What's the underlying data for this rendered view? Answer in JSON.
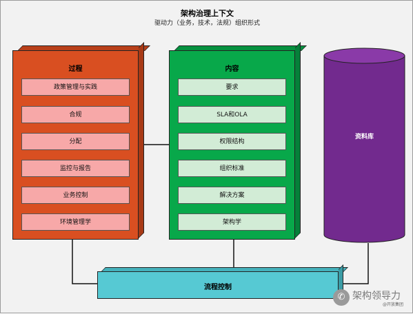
{
  "title": "架构治理上下文",
  "subtitle": "驱动力（业务，技术，法规）组织形式",
  "process": {
    "header": "过程",
    "items": [
      "政策管理与实践",
      "合规",
      "分配",
      "监控与报告",
      "业务控制",
      "环境管理学"
    ]
  },
  "content": {
    "header": "内容",
    "items": [
      "要求",
      "SLA和OLA",
      "权限结构",
      "组织标准",
      "解决方案",
      "架构学"
    ]
  },
  "repository": {
    "label": "资料库",
    "color": "#722a8e"
  },
  "flow_control": {
    "label": "流程控制"
  },
  "watermark": {
    "text": "架构领导力",
    "sub": "@开放集团",
    "icon": "wechat-icon"
  },
  "colors": {
    "process": "#d94f21",
    "process_item": "#f7a8a8",
    "content": "#08a84a",
    "content_item": "#d2ecd6",
    "flow": "#56c9d3",
    "repository": "#722a8e"
  }
}
